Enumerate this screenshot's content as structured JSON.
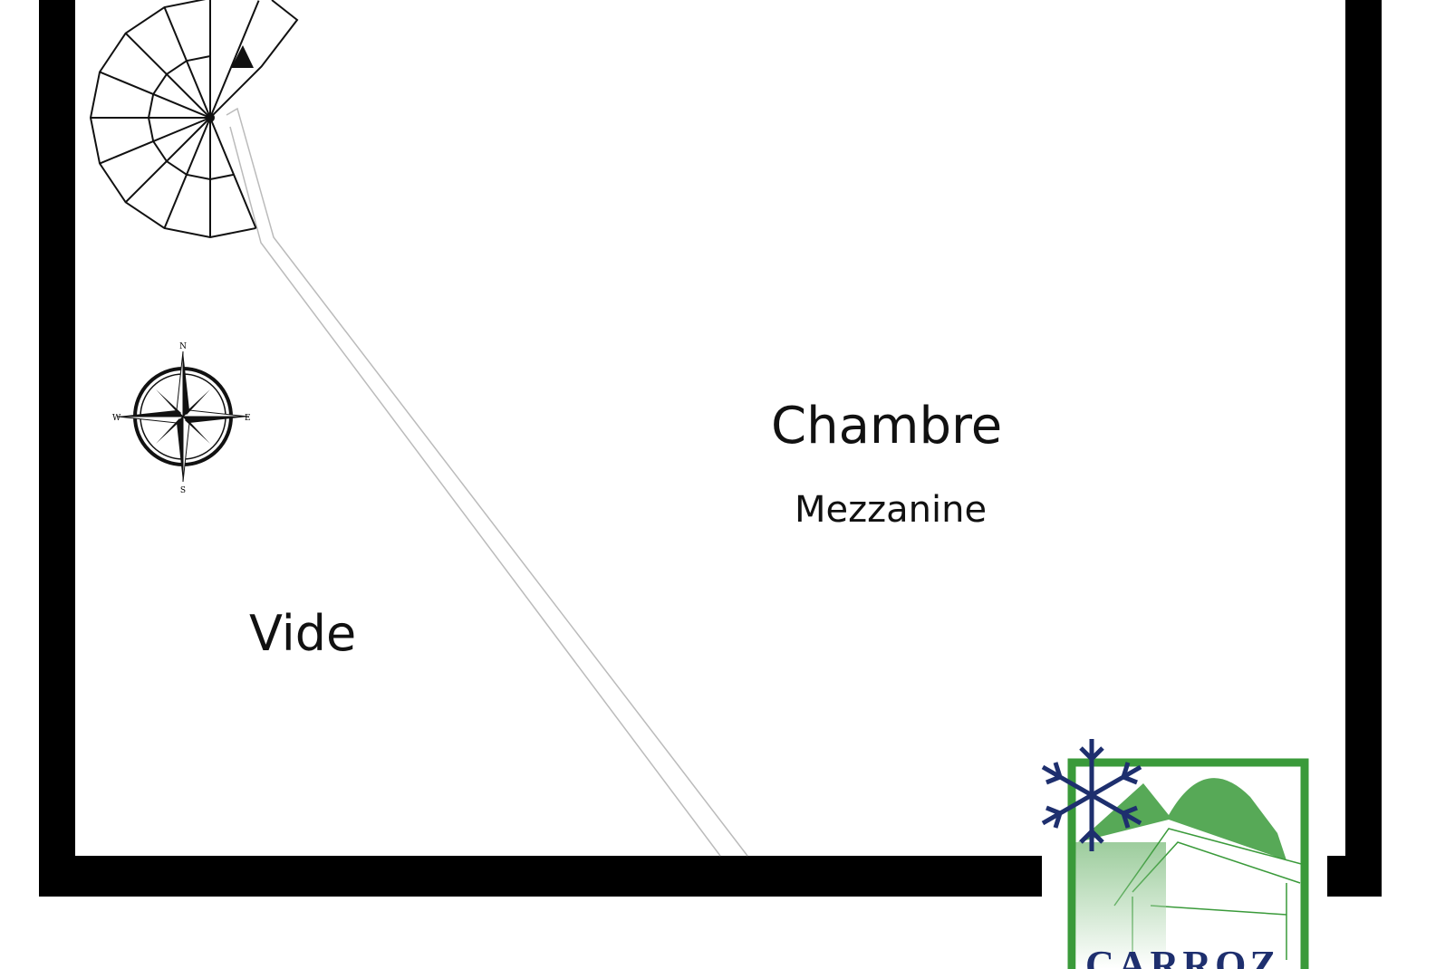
{
  "plan": {
    "rooms": [
      {
        "name": "Chambre",
        "sub": "Mezzanine"
      },
      {
        "name": "Vide"
      }
    ],
    "compass": {
      "n": "N",
      "s": "S",
      "e": "E",
      "w": "W"
    },
    "logo": {
      "text": "CARROZ",
      "color": "#3a9a3a",
      "snowflake_color": "#1e2f6e"
    },
    "wall_color": "#000000"
  }
}
